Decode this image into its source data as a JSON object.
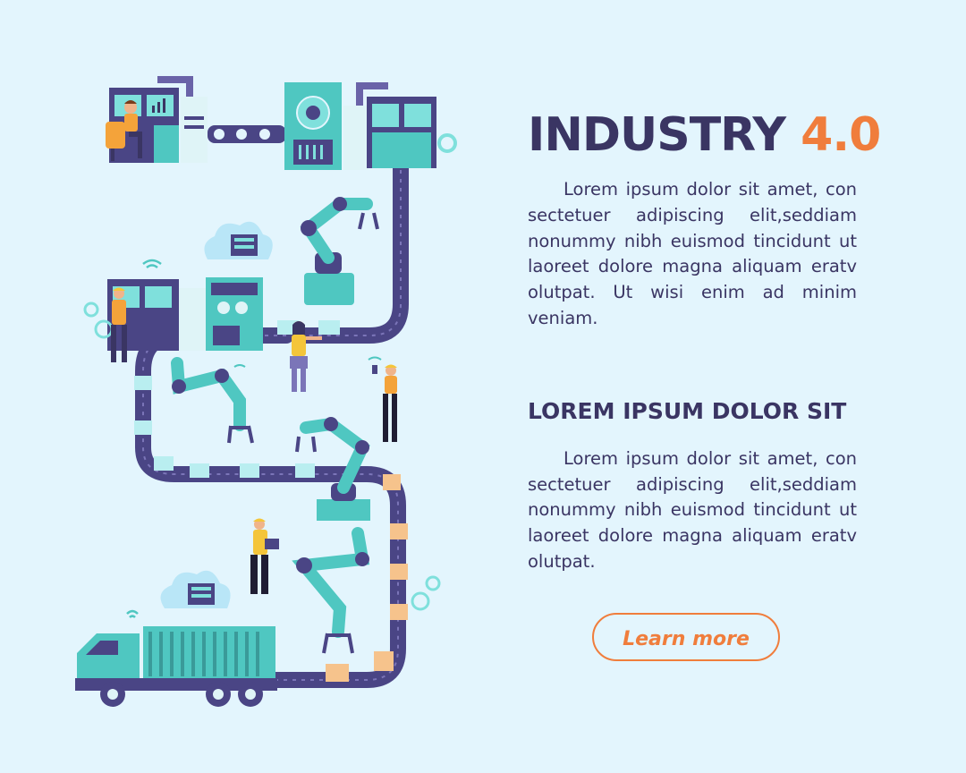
{
  "hero": {
    "title_main": "INDUSTRY",
    "title_accent": "4.0",
    "intro_text": "Lorem ipsum dolor sit amet, con sectetuer adipiscing elit,seddiam nonummy nibh euismod tincidunt ut laoreet dolore magna aliquam eratv olutpat. Ut wisi enim ad minim veniam."
  },
  "section": {
    "heading": "LOREM IPSUM DOLOR SIT",
    "body_text": "Lorem ipsum dolor sit amet, con sectetuer adipiscing elit,seddiam nonummy nibh euismod tincidunt ut laoreet dolore magna aliquam eratv olutpat."
  },
  "cta": {
    "label": "Learn more"
  },
  "colors": {
    "background": "#e3f5fd",
    "text_dark": "#3a3563",
    "accent_orange": "#f07d3c",
    "machine_teal": "#4fc7c1",
    "conveyor_purple": "#4a4585"
  },
  "icons": [
    "factory-illustration",
    "robot-arm-icon",
    "truck-icon",
    "cloud-server-icon",
    "wifi-icon",
    "gear-icon",
    "worker-figure",
    "cardboard-box-icon"
  ]
}
